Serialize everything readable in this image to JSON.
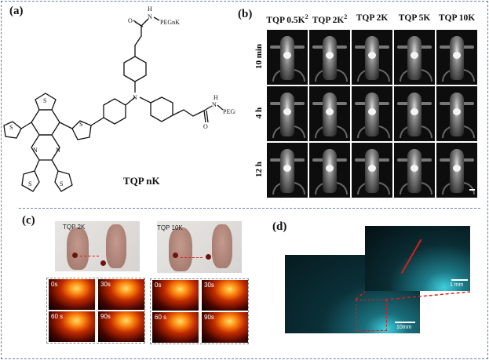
{
  "panels": {
    "a": "(a)",
    "b": "(b)",
    "c": "(c)",
    "d": "(d)"
  },
  "panel_a": {
    "compound_name": "TQP nK",
    "substituent": "PEGnK",
    "atoms": {
      "S": "S",
      "N": "N",
      "H": "H",
      "O": "O"
    }
  },
  "panel_b": {
    "columns": [
      "TQP 0.5K",
      "TQP 2K",
      "TQP 2K",
      "TQP 5K",
      "TQP 10K"
    ],
    "column_superscripts": [
      "2",
      "2",
      "",
      "",
      ""
    ],
    "rows": [
      "10 min",
      "4 h",
      "12 h"
    ]
  },
  "panel_c": {
    "groups": [
      {
        "label": "TQP 2K",
        "times": [
          "0s",
          "30s",
          "60 s",
          "90s"
        ]
      },
      {
        "label": "TQP 10K",
        "times": [
          "0s",
          "30s",
          "60 s",
          "90s"
        ]
      }
    ]
  },
  "panel_d": {
    "scale_main": "10mm",
    "scale_inset": "1 mm",
    "annotation_color": "#d42020",
    "image_tint": "#3fd0e0"
  }
}
